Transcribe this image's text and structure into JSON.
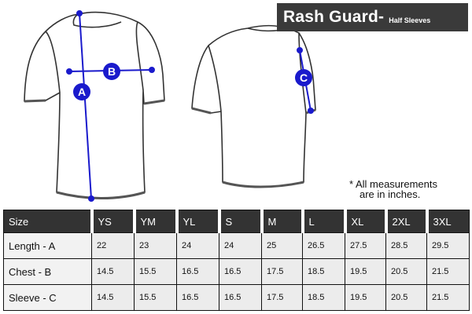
{
  "title": {
    "main": "Rash Guard-",
    "sub": "Half Sleeves"
  },
  "note": {
    "line1": "* All measurements",
    "line2": "are in inches."
  },
  "markers": {
    "a": "A",
    "b": "B",
    "c": "C"
  },
  "colors": {
    "measure_line": "#1a1acc",
    "marker_fill": "#1a1acc",
    "header_bg": "#333333"
  },
  "table": {
    "headers": [
      "Size",
      "YS",
      "YM",
      "YL",
      "S",
      "M",
      "L",
      "XL",
      "2XL",
      "3XL"
    ],
    "rows": [
      {
        "label": "Length - A",
        "values": [
          "22",
          "23",
          "24",
          "24",
          "25",
          "26.5",
          "27.5",
          "28.5",
          "29.5"
        ]
      },
      {
        "label": "Chest - B",
        "values": [
          "14.5",
          "15.5",
          "16.5",
          "16.5",
          "17.5",
          "18.5",
          "19.5",
          "20.5",
          "21.5"
        ]
      },
      {
        "label": "Sleeve - C",
        "values": [
          "14.5",
          "15.5",
          "16.5",
          "16.5",
          "17.5",
          "18.5",
          "19.5",
          "20.5",
          "21.5"
        ]
      }
    ]
  }
}
